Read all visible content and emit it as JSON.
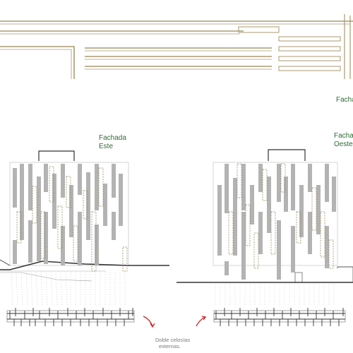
{
  "labels": {
    "fachada_top_right": "Facha",
    "fachada_este_line1": "Fachada",
    "fachada_este_line2": "Este",
    "fachada_oeste_line1": "Facha",
    "fachada_oeste_line2": "Oeste",
    "note_line1": "Doble celosías",
    "note_line2": "externas."
  },
  "colors": {
    "plan_lines": "#a89a72",
    "facade_text": "#2e6b35",
    "facade_fill": "#b3b3b3",
    "dashed_panel": "#8b8050",
    "arrow": "#cc2222",
    "outline": "#333333",
    "note_text": "#7a7a7a"
  }
}
